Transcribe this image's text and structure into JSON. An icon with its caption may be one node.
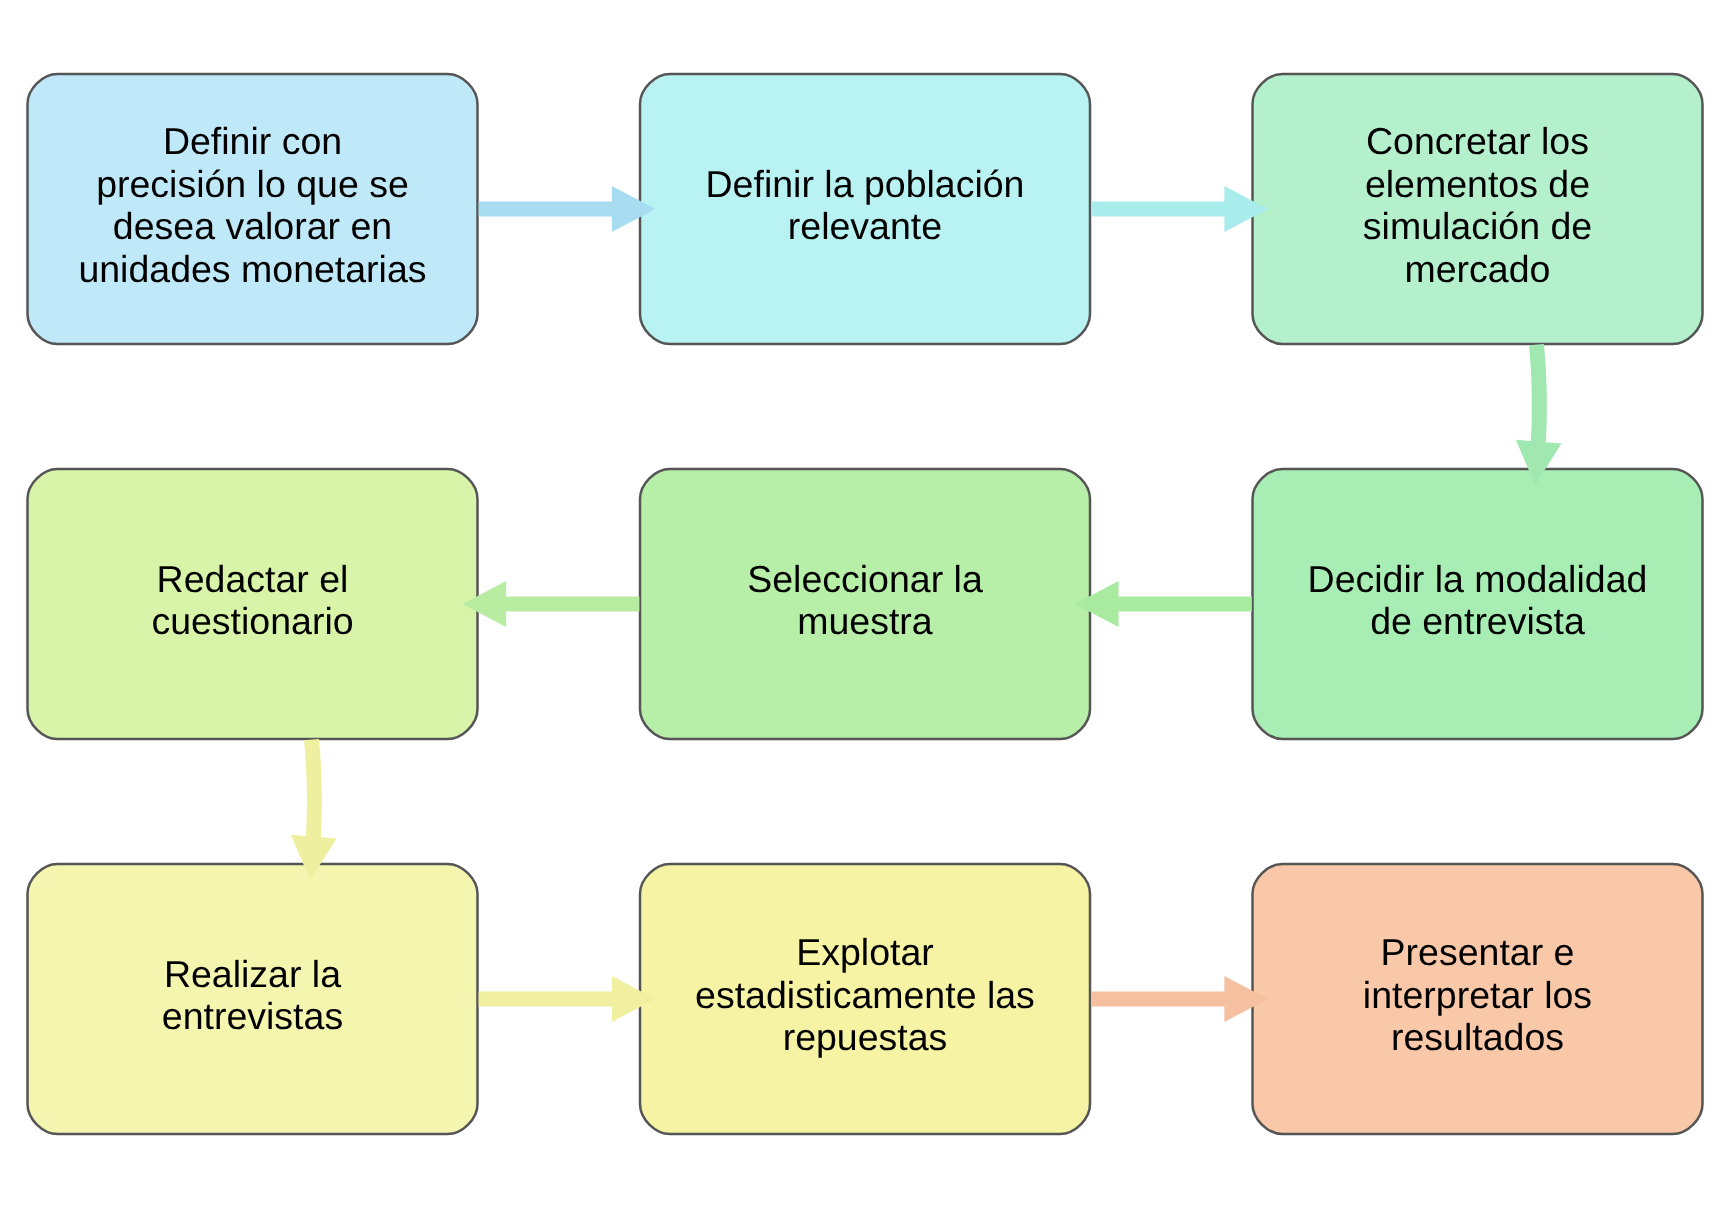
{
  "diagram": {
    "nodes": [
      {
        "text": [
          "Definir con precisión lo que se desea valorar en unidades monetarias"
        ]
      },
      {
        "text": [
          "Definir la población relevante"
        ]
      },
      {
        "text": [
          "Concretar los elementos de simulación de mercado"
        ]
      },
      {
        "text": [
          "Decidir la modalidad de entrevista"
        ]
      },
      {
        "text": [
          "Seleccionar la muestra"
        ]
      },
      {
        "text": [
          "Redactar el cuestionario"
        ]
      },
      {
        "text": [
          "Realizar la entrevistas"
        ]
      },
      {
        "text": [
          "Explotar estadisticamente las repuestas"
        ]
      },
      {
        "text": [
          "Presentar e interpretar los resultados"
        ]
      }
    ],
    "edges": [
      {
        "from": 0,
        "to": 1,
        "arrow": "to"
      },
      {
        "from": 1,
        "to": 2,
        "arrow": "to"
      },
      {
        "from": 2,
        "to": 3,
        "arrow": "to"
      },
      {
        "from": 3,
        "to": 4,
        "arrow": "to"
      },
      {
        "from": 4,
        "to": 5,
        "arrow": "to"
      },
      {
        "from": 5,
        "to": 6,
        "arrow": "to"
      },
      {
        "from": 6,
        "to": 7,
        "arrow": "to"
      },
      {
        "from": 7,
        "to": 8,
        "arrow": "to"
      }
    ]
  }
}
